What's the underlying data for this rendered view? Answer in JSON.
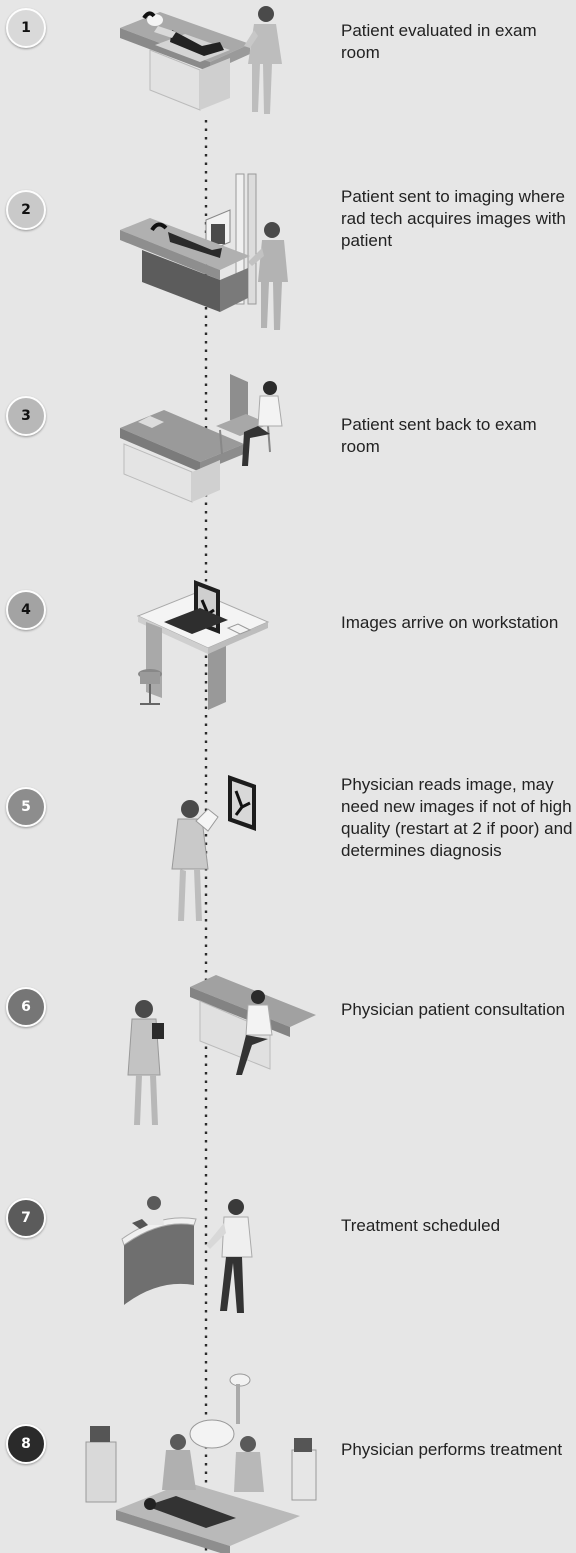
{
  "steps": [
    {
      "number": "1",
      "text": "Patient evaluated in exam room",
      "illustration": "exam-table-physician-icon",
      "badge_color": "#d9d9d9",
      "badge_text_color": "#111111"
    },
    {
      "number": "2",
      "text": "Patient sent to imaging where rad tech acquires images with patient",
      "illustration": "imaging-scanner-tech-icon",
      "badge_color": "#c9c9c9",
      "badge_text_color": "#111111"
    },
    {
      "number": "3",
      "text": "Patient sent back to exam room",
      "illustration": "exam-room-chair-patient-icon",
      "badge_color": "#b8b8b8",
      "badge_text_color": "#111111"
    },
    {
      "number": "4",
      "text": "Images arrive on workstation",
      "illustration": "workstation-desk-icon",
      "badge_color": "#a3a3a3",
      "badge_text_color": "#111111"
    },
    {
      "number": "5",
      "text": "Physician reads image, may need new images if not of high quality (restart at 2 if poor) and determines diagnosis",
      "illustration": "physician-reading-image-icon",
      "badge_color": "#8d8d8d",
      "badge_text_color": "#ffffff"
    },
    {
      "number": "6",
      "text": "Physician patient consultation",
      "illustration": "consultation-icon",
      "badge_color": "#767676",
      "badge_text_color": "#ffffff"
    },
    {
      "number": "7",
      "text": "Treatment scheduled",
      "illustration": "reception-desk-icon",
      "badge_color": "#5b5b5b",
      "badge_text_color": "#ffffff"
    },
    {
      "number": "8",
      "text": "Physician performs treatment",
      "illustration": "operating-room-icon",
      "badge_color": "#2a2a2a",
      "badge_text_color": "#ffffff"
    }
  ]
}
